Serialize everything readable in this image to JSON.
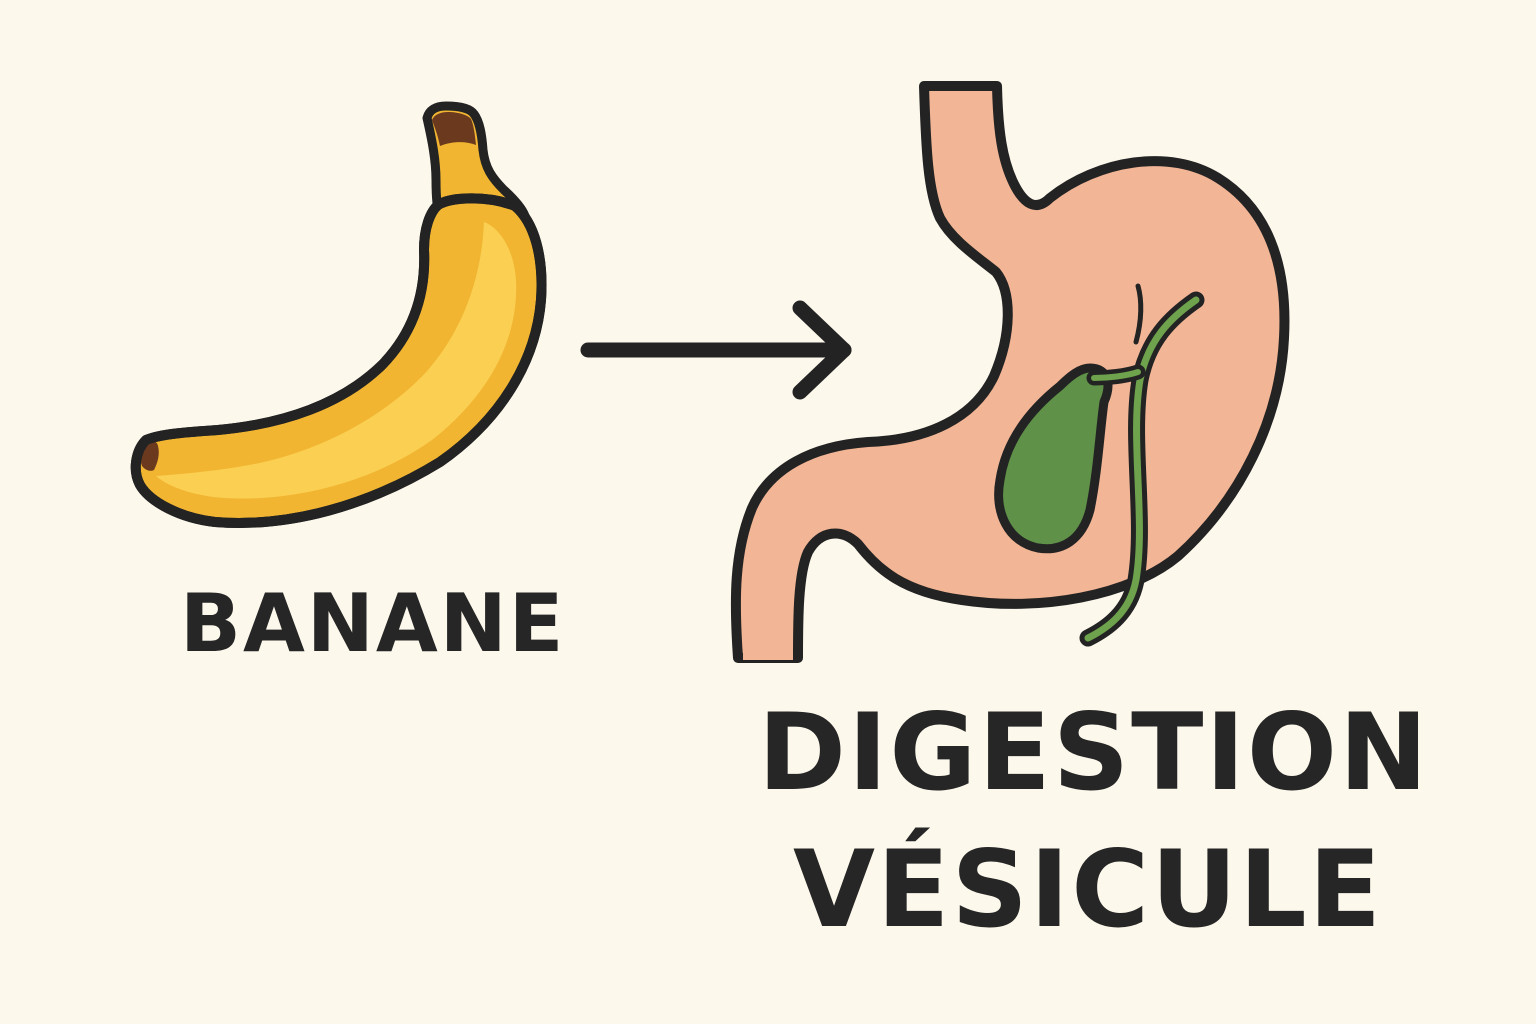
{
  "banana": {
    "label": "BANANE"
  },
  "organ": {
    "line1": "DIGESTION",
    "line2": "VÉSICULE"
  },
  "colors": {
    "background": "#FDF8EC",
    "outline": "#232323",
    "banana_body": "#F1B532",
    "banana_highlight": "#FBD052",
    "banana_tip": "#6B3A1E",
    "stomach": "#F2B595",
    "gallbladder": "#5F9148",
    "bile_duct": "#6EA24C",
    "text": "#262626"
  },
  "icons": {
    "left": "banana-icon",
    "connector": "arrow-right-icon",
    "right": "stomach-icon",
    "organ_detail": "gallbladder-icon"
  }
}
